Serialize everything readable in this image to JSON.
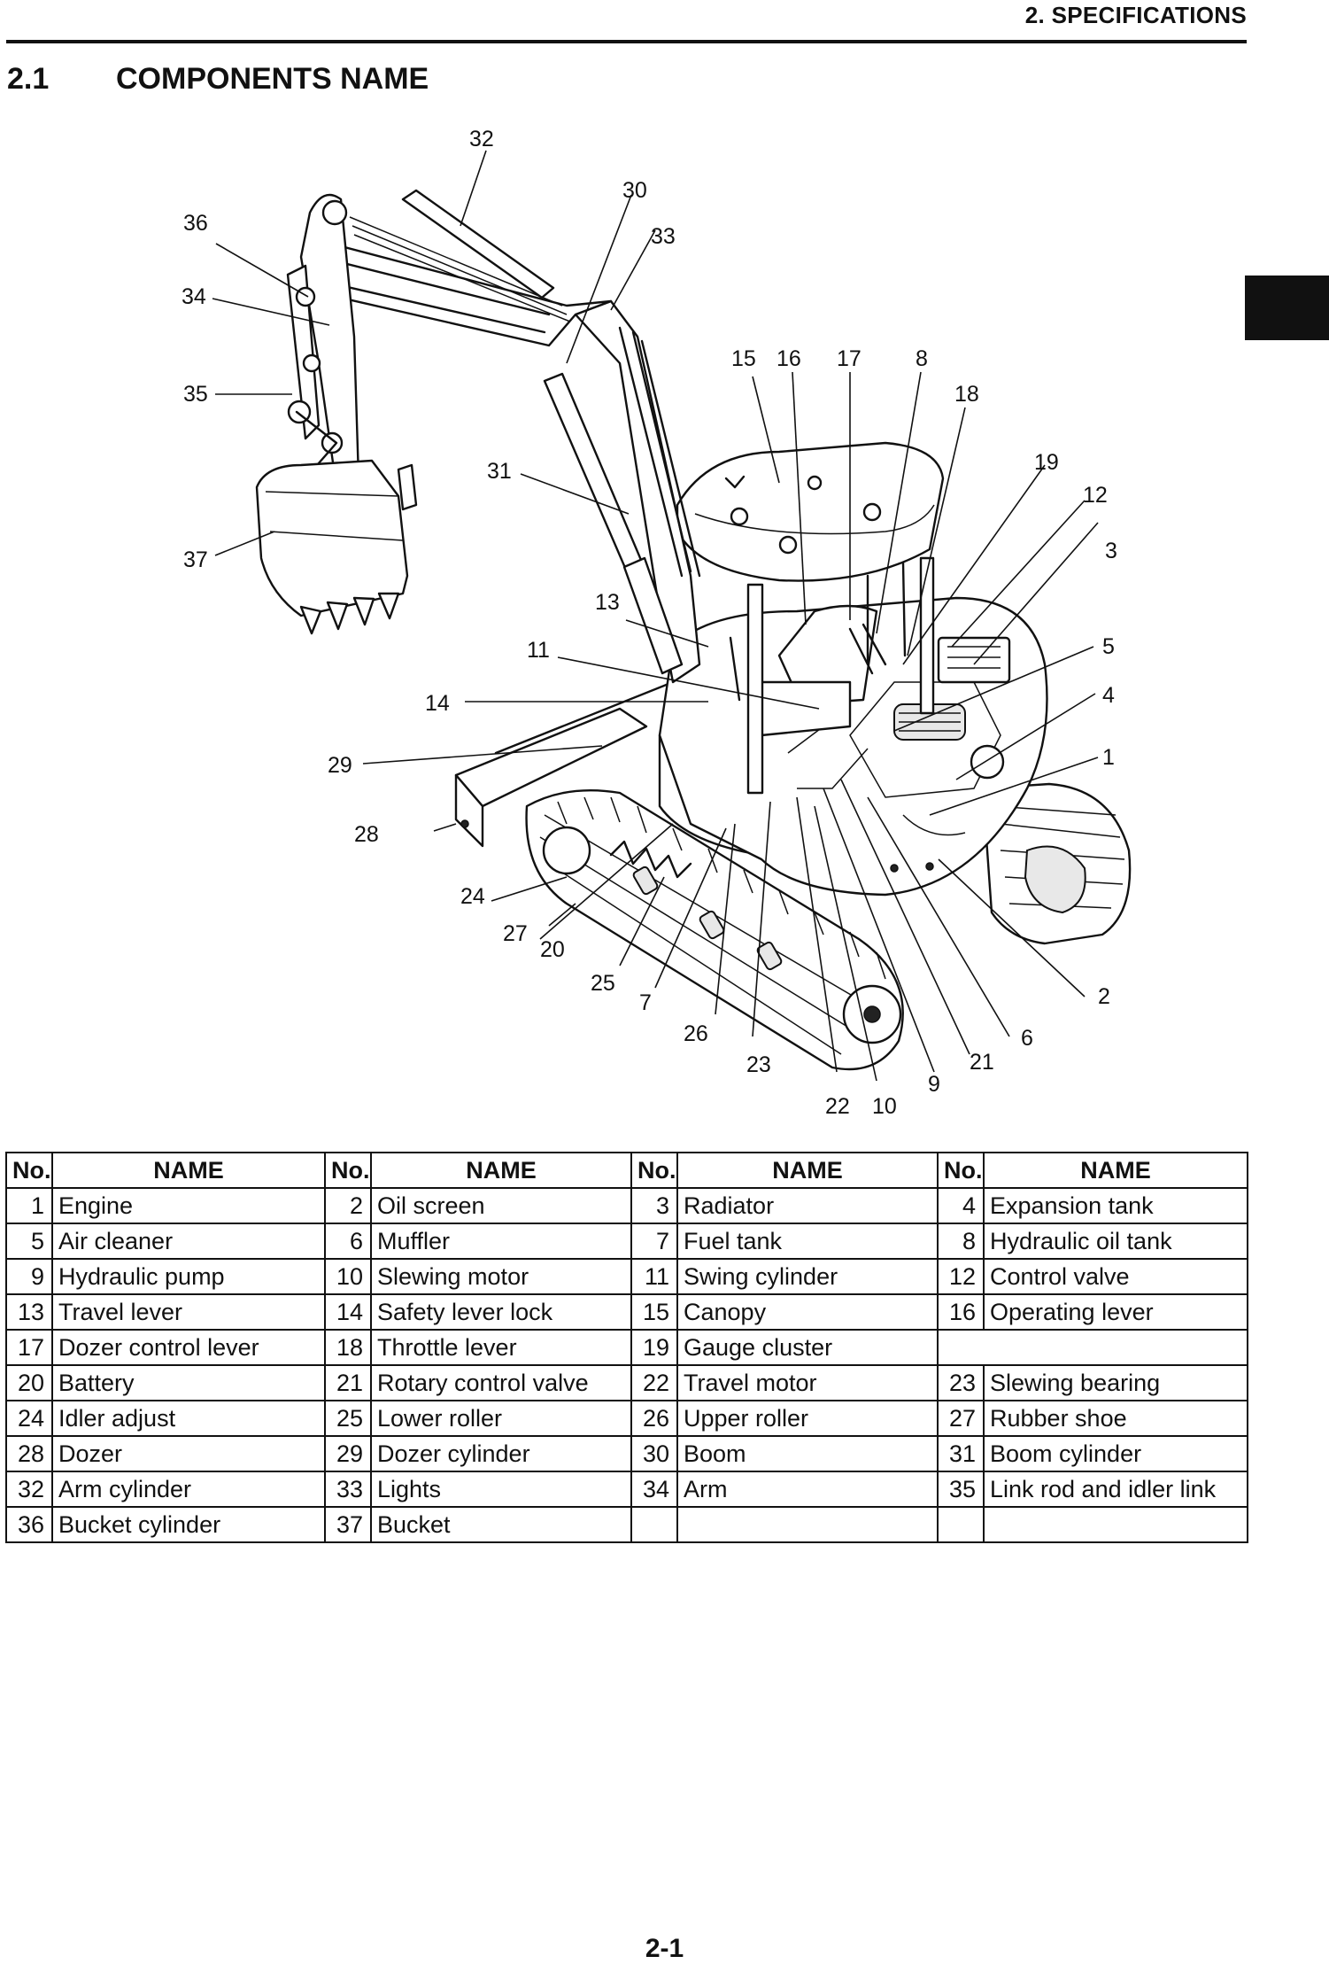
{
  "header": {
    "chapter_title": "2. SPECIFICATIONS"
  },
  "section": {
    "number": "2.1",
    "title": "COMPONENTS NAME"
  },
  "diagram": {
    "callouts": [
      "1",
      "2",
      "3",
      "4",
      "5",
      "6",
      "7",
      "8",
      "9",
      "10",
      "11",
      "12",
      "13",
      "14",
      "15",
      "16",
      "17",
      "18",
      "19",
      "20",
      "21",
      "22",
      "23",
      "24",
      "25",
      "26",
      "27",
      "28",
      "29",
      "30",
      "31",
      "32",
      "33",
      "34",
      "35",
      "36",
      "37"
    ]
  },
  "table": {
    "headers": [
      "No.",
      "NAME",
      "No.",
      "NAME",
      "No.",
      "NAME",
      "No.",
      "NAME"
    ],
    "rows": [
      [
        {
          "no": "1",
          "name": "Engine"
        },
        {
          "no": "2",
          "name": "Oil screen"
        },
        {
          "no": "3",
          "name": "Radiator"
        },
        {
          "no": "4",
          "name": "Expansion tank"
        }
      ],
      [
        {
          "no": "5",
          "name": "Air cleaner"
        },
        {
          "no": "6",
          "name": "Muffler"
        },
        {
          "no": "7",
          "name": "Fuel tank"
        },
        {
          "no": "8",
          "name": "Hydraulic oil tank"
        }
      ],
      [
        {
          "no": "9",
          "name": "Hydraulic pump"
        },
        {
          "no": "10",
          "name": "Slewing motor"
        },
        {
          "no": "11",
          "name": "Swing cylinder"
        },
        {
          "no": "12",
          "name": "Control valve"
        }
      ],
      [
        {
          "no": "13",
          "name": "Travel lever"
        },
        {
          "no": "14",
          "name": "Safety lever lock"
        },
        {
          "no": "15",
          "name": "Canopy"
        },
        {
          "no": "16",
          "name": "Operating lever"
        }
      ],
      [
        {
          "no": "17",
          "name": "Dozer control lever"
        },
        {
          "no": "18",
          "name": "Throttle lever"
        },
        {
          "no": "19",
          "name": "Gauge cluster"
        },
        {
          "no": "",
          "name": ""
        }
      ],
      [
        {
          "no": "20",
          "name": "Battery"
        },
        {
          "no": "21",
          "name": "Rotary control valve"
        },
        {
          "no": "22",
          "name": "Travel motor"
        },
        {
          "no": "23",
          "name": "Slewing bearing"
        }
      ],
      [
        {
          "no": "24",
          "name": "Idler adjust"
        },
        {
          "no": "25",
          "name": "Lower roller"
        },
        {
          "no": "26",
          "name": "Upper roller"
        },
        {
          "no": "27",
          "name": "Rubber shoe"
        }
      ],
      [
        {
          "no": "28",
          "name": "Dozer"
        },
        {
          "no": "29",
          "name": "Dozer cylinder"
        },
        {
          "no": "30",
          "name": "Boom"
        },
        {
          "no": "31",
          "name": "Boom cylinder"
        }
      ],
      [
        {
          "no": "32",
          "name": "Arm cylinder"
        },
        {
          "no": "33",
          "name": "Lights"
        },
        {
          "no": "34",
          "name": "Arm"
        },
        {
          "no": "35",
          "name": "Link rod and idler link"
        }
      ],
      [
        {
          "no": "36",
          "name": "Bucket cylinder"
        },
        {
          "no": "37",
          "name": "Bucket"
        },
        {
          "no": "",
          "name": ""
        },
        {
          "no": "",
          "name": ""
        }
      ]
    ]
  },
  "footer": {
    "page_number": "2-1"
  }
}
